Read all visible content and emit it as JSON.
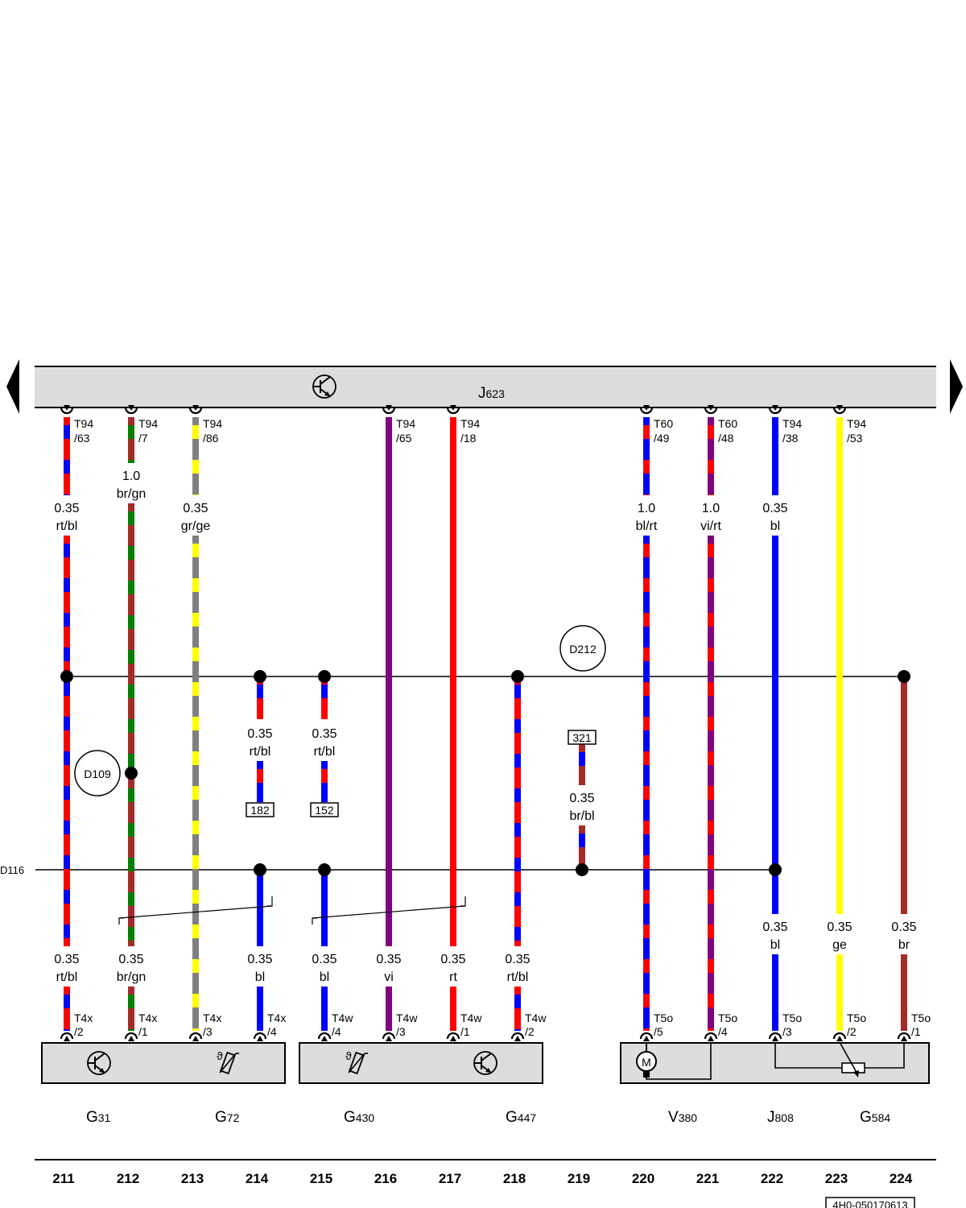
{
  "control_unit": {
    "label": "J",
    "sub": "623"
  },
  "wires": [
    {
      "column": "211",
      "color": [
        "red",
        "blue"
      ],
      "top_pin": [
        "T94",
        "/63"
      ],
      "top_label": [
        "0.35",
        "rt/bl"
      ],
      "bottom_label": [
        "0.35",
        "rt/bl"
      ],
      "bottom_pin": [
        "T4x",
        "/2"
      ]
    },
    {
      "column": "212",
      "color": [
        "brown",
        "green"
      ],
      "top_pin": [
        "T94",
        "/7"
      ],
      "top_label": [
        "1.0",
        "br/gn"
      ],
      "bottom_label": [
        "0.35",
        "br/gn"
      ],
      "bottom_pin": [
        "T4x",
        "/1"
      ]
    },
    {
      "column": "213",
      "color": [
        "grey",
        "yellow"
      ],
      "top_pin": [
        "T94",
        "/86"
      ],
      "top_label": [
        "0.35",
        "gr/ge"
      ],
      "bottom_label": null,
      "bottom_pin": [
        "T4x",
        "/3"
      ]
    },
    {
      "column": "214",
      "color": [
        "blue"
      ],
      "top_pin": null,
      "top_label": null,
      "bottom_label": [
        "0.35",
        "bl"
      ],
      "bottom_pin": [
        "T4x",
        "/4"
      ]
    },
    {
      "column": "215",
      "color": [
        "blue"
      ],
      "top_pin": null,
      "top_label": null,
      "bottom_label": [
        "0.35",
        "bl"
      ],
      "bottom_pin": [
        "T4w",
        "/4"
      ]
    },
    {
      "column": "216",
      "color": [
        "purple"
      ],
      "top_pin": [
        "T94",
        "/65"
      ],
      "top_label": null,
      "bottom_label": [
        "0.35",
        "vi"
      ],
      "bottom_pin": [
        "T4w",
        "/3"
      ]
    },
    {
      "column": "217",
      "color": [
        "red"
      ],
      "top_pin": [
        "T94",
        "/18"
      ],
      "top_label": null,
      "bottom_label": [
        "0.35",
        "rt"
      ],
      "bottom_pin": [
        "T4w",
        "/1"
      ]
    },
    {
      "column": "218",
      "color": [
        "red",
        "blue"
      ],
      "top_pin": null,
      "top_label": null,
      "bottom_label": [
        "0.35",
        "rt/bl"
      ],
      "bottom_pin": [
        "T4w",
        "/2"
      ]
    },
    {
      "column": "219",
      "color": [
        "brown",
        "blue"
      ],
      "top_pin": null,
      "top_label": null,
      "bottom_label": null,
      "bottom_pin": null
    },
    {
      "column": "220",
      "color": [
        "blue",
        "red"
      ],
      "top_pin": [
        "T60",
        "/49"
      ],
      "top_label": [
        "1.0",
        "bl/rt"
      ],
      "bottom_label": null,
      "bottom_pin": [
        "T5o",
        "/5"
      ]
    },
    {
      "column": "221",
      "color": [
        "purple",
        "red"
      ],
      "top_pin": [
        "T60",
        "/48"
      ],
      "top_label": [
        "1.0",
        "vi/rt"
      ],
      "bottom_label": null,
      "bottom_pin": [
        "T5o",
        "/4"
      ]
    },
    {
      "column": "222",
      "color": [
        "blue"
      ],
      "top_pin": [
        "T94",
        "/38"
      ],
      "top_label": [
        "0.35",
        "bl"
      ],
      "bottom_label": [
        "0.35",
        "bl"
      ],
      "bottom_pin": [
        "T5o",
        "/3"
      ]
    },
    {
      "column": "223",
      "color": [
        "yellow"
      ],
      "top_pin": [
        "T94",
        "/53"
      ],
      "top_label": null,
      "bottom_label": [
        "0.35",
        "ge"
      ],
      "bottom_pin": [
        "T5o",
        "/2"
      ]
    },
    {
      "column": "224",
      "color": [
        "brown"
      ],
      "top_pin": null,
      "top_label": null,
      "bottom_label": [
        "0.35",
        "br"
      ],
      "bottom_pin": [
        "T5o",
        "/1"
      ]
    }
  ],
  "branch_labels": {
    "c214": [
      "0.35",
      "rt/bl"
    ],
    "c215": [
      "0.35",
      "rt/bl"
    ],
    "c219": [
      "0.35",
      "br/bl"
    ]
  },
  "references": {
    "c214": "182",
    "c215": "152",
    "c219": "321"
  },
  "connection_points": {
    "d212": "D212",
    "d109": "D109",
    "d116": "D116"
  },
  "components": [
    {
      "label": "G",
      "sub": "31"
    },
    {
      "label": "G",
      "sub": "72"
    },
    {
      "label": "G",
      "sub": "430"
    },
    {
      "label": "G",
      "sub": "447"
    },
    {
      "label": "V",
      "sub": "380"
    },
    {
      "label": "J",
      "sub": "808"
    },
    {
      "label": "G",
      "sub": "584"
    }
  ],
  "motor_symbol": "M",
  "columns": [
    "211",
    "212",
    "213",
    "214",
    "215",
    "216",
    "217",
    "218",
    "219",
    "220",
    "221",
    "222",
    "223",
    "224"
  ],
  "drawing_number": "4H0-050170613",
  "icons": {
    "transistor": "transistor-icon",
    "thermistor": "thermistor-icon",
    "motor": "motor-icon",
    "potentiometer": "potentiometer-icon",
    "prev": "arrow-left-icon",
    "next": "arrow-right-icon"
  },
  "colors": {
    "red": "#ff0000",
    "blue": "#0000ff",
    "green": "#008000",
    "brown": "#a52a2a",
    "grey": "#808080",
    "yellow": "#ffff00",
    "purple": "#800080",
    "box": "#dddddd"
  }
}
